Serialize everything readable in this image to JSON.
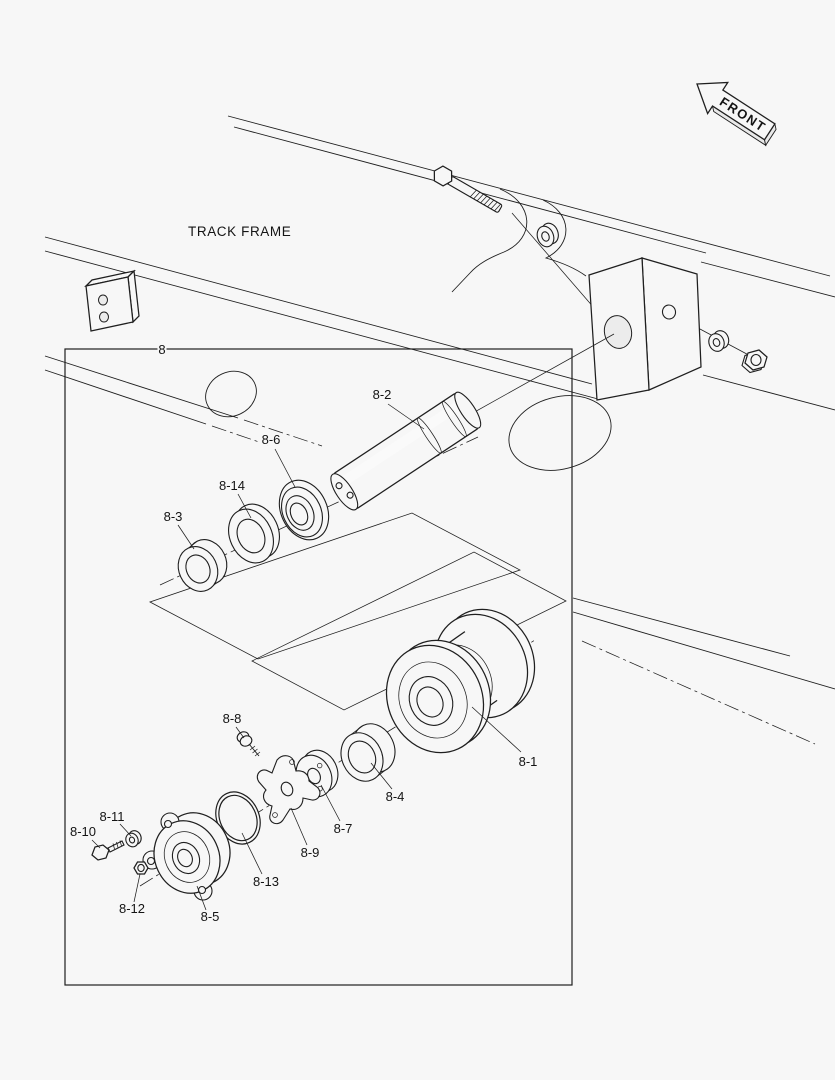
{
  "meta": {
    "colors": {
      "ink": "#1f1f1f",
      "paper": "#f7f7f7"
    }
  },
  "header": {
    "front_arrow": "FRONT",
    "frame_title": "TRACK FRAME"
  },
  "callouts": [
    {
      "label": "8"
    },
    {
      "label": "8-1"
    },
    {
      "label": "8-2"
    },
    {
      "label": "8-3"
    },
    {
      "label": "8-4"
    },
    {
      "label": "8-5"
    },
    {
      "label": "8-6"
    },
    {
      "label": "8-7"
    },
    {
      "label": "8-8"
    },
    {
      "label": "8-9"
    },
    {
      "label": "8-10"
    },
    {
      "label": "8-11"
    },
    {
      "label": "8-12"
    },
    {
      "label": "8-13"
    },
    {
      "label": "8-14"
    }
  ]
}
